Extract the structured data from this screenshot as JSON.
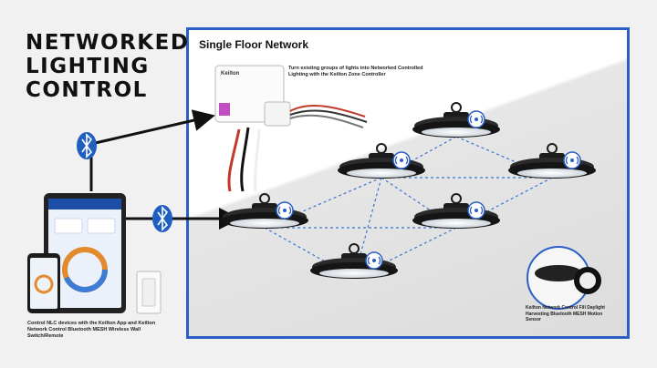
{
  "title": {
    "line1": "NETWORKED",
    "line2": "LIGHTING",
    "line3": "CONTROL"
  },
  "frame": {
    "title": "Single Floor Network"
  },
  "controller": {
    "brand": "Keilton",
    "caption": "Turn existing groups of lights into Networked Controlled Lighting with the Keilton Zone Controller"
  },
  "app": {
    "caption": "Control NLC devices with the Keilton App and Keilton Network Control Bluetooth MESH Wireless Wall Switch/Remote"
  },
  "sensor": {
    "caption": "Keilton Network Control Fill Daylight Harvesting Bluetooth MESH Motion Sensor"
  },
  "colors": {
    "accent": "#2a5fc4",
    "fixture": "#1c1c1c",
    "bluetooth": "#1f5fbf",
    "dashed": "#3a74d0"
  },
  "icons": {
    "bluetooth": "bluetooth-icon",
    "wireless": "wireless-sensor-icon"
  }
}
